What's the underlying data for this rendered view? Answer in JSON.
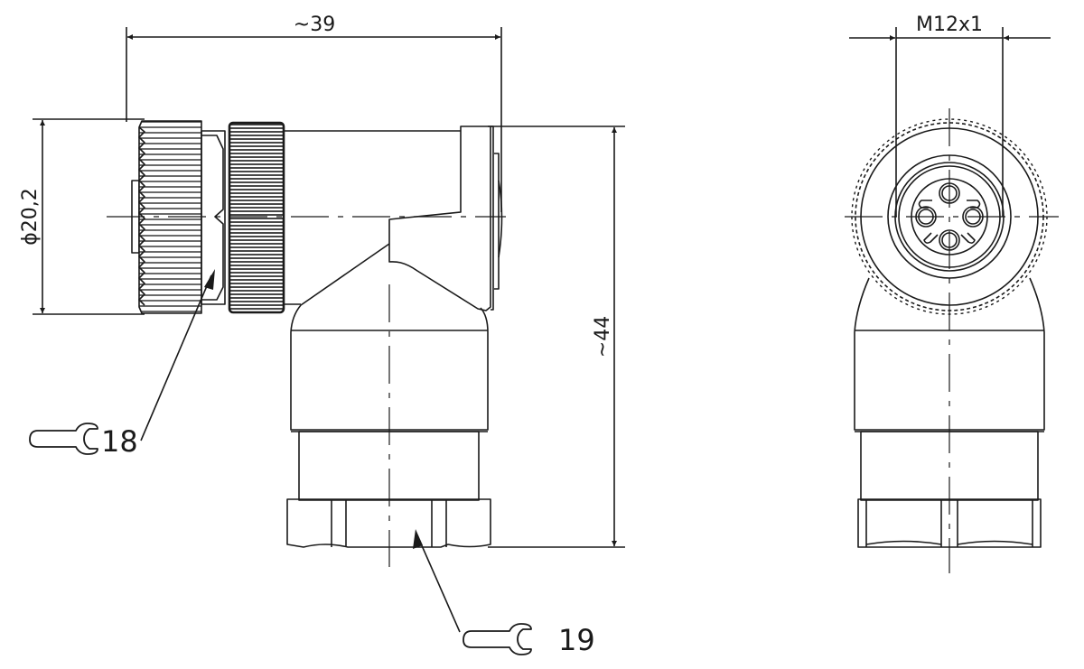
{
  "drawing": {
    "subject": "Angled M12 connector, female",
    "colors": {
      "line": "#1a1a1a",
      "background": "#ffffff"
    },
    "side_view": {
      "dimensions": {
        "length": "~39",
        "height": "~44",
        "diameter": "ϕ20,2"
      },
      "callouts": [
        {
          "icon": "wrench-icon",
          "label": "18"
        },
        {
          "icon": "wrench-icon",
          "label": "19"
        }
      ]
    },
    "front_view": {
      "dimensions": {
        "thread": "M12x1"
      },
      "pin_count": 4
    }
  }
}
